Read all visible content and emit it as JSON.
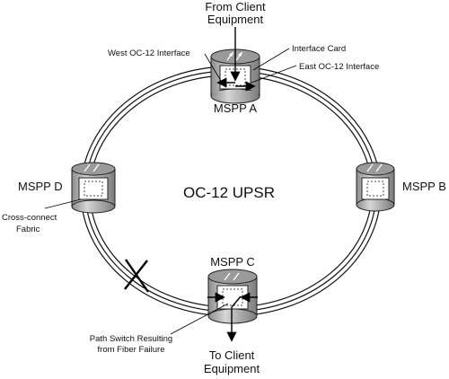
{
  "labels": {
    "from_client": [
      "From Client",
      "Equipment"
    ],
    "west_interface": "West OC-12 Interface",
    "interface_card": "Interface Card",
    "east_interface": "East OC-12 Interface",
    "mspp_a": "MSPP A",
    "mspp_b": "MSPP B",
    "mspp_c": "MSPP C",
    "mspp_d": "MSPP D",
    "ring_title": "OC-12 UPSR",
    "cross_connect": [
      "Cross-connect",
      "Fabric"
    ],
    "path_switch": [
      "Path Switch Resulting",
      "from Fiber Failure"
    ],
    "to_client": [
      "To Client",
      "Equipment"
    ]
  },
  "icons": {
    "node": "router-cylinder-icon",
    "failure": "fiber-cut-x-icon"
  },
  "colors": {
    "ring": "#111111",
    "node_body": "#b8b8b8",
    "node_top": "#8a8a8a"
  }
}
